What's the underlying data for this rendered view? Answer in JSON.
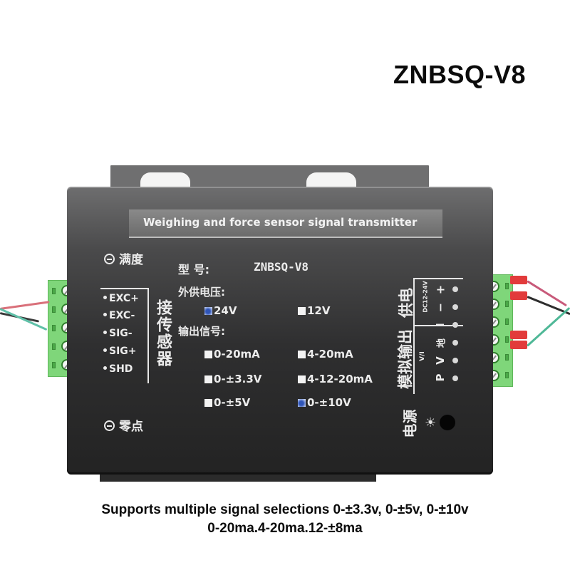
{
  "header": {
    "model_title": "ZNBSQ-V8"
  },
  "device": {
    "banner": "Weighing and force sensor signal transmitter",
    "span_pot_label": "满度",
    "zero_pot_label": "零点",
    "model_label": "型    号:",
    "model_value": "ZNBSQ-V8",
    "supply_voltage_label": "外供电压:",
    "supply_options": [
      {
        "label": "24V",
        "selected": true
      },
      {
        "label": "12V",
        "selected": false
      }
    ],
    "output_signal_label": "输出信号:",
    "output_options": [
      {
        "label": "0-20mA",
        "selected": false
      },
      {
        "label": "4-20mA",
        "selected": false
      },
      {
        "label": "0-±3.3V",
        "selected": false
      },
      {
        "label": "4-12-20mA",
        "selected": false
      },
      {
        "label": "0-±5V",
        "selected": false
      },
      {
        "label": "0-±10V",
        "selected": true
      }
    ],
    "sensor_pins": [
      "EXC+",
      "EXC-",
      "SIG-",
      "SIG+",
      "SHD"
    ],
    "sensor_label": "接传感器",
    "analog_output_label": "模拟输出",
    "power_supply_label": "供电",
    "dc_range": "DC12-24V",
    "vi_label": "V/I",
    "output_pins": [
      "+",
      "−",
      "I",
      "地",
      "V",
      "P"
    ],
    "power_led_label": "电源",
    "led_icon": "sun-icon"
  },
  "caption": {
    "line1": "Supports multiple signal selections 0-±3.3v, 0-±5v, 0-±10v",
    "line2": "0-20ma.4-20ma.12-±8ma"
  },
  "colors": {
    "housing": "#2f2f30",
    "terminal_green": "#7fd67a",
    "ferrule_red": "#e23b3b",
    "selected_blue": "#2f55b8"
  }
}
